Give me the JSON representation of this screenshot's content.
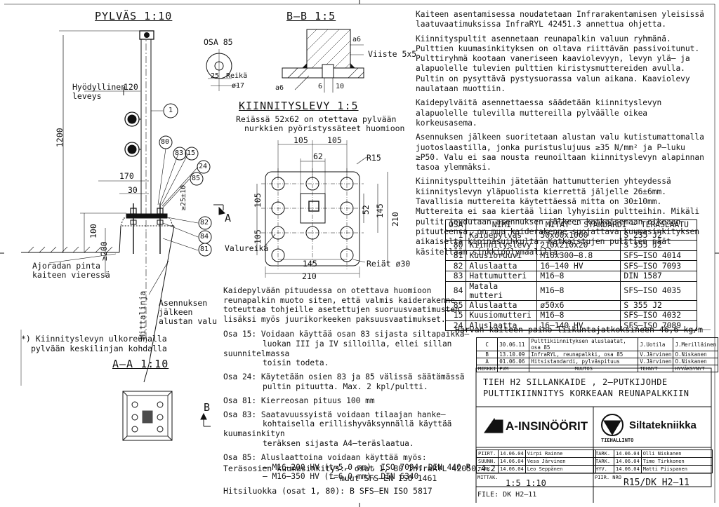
{
  "titles": {
    "pylvas": "PYLVÄS  1:10",
    "bb": "B–B  1:5",
    "kiinnityslevy": "KIINNITYSLEVY  1:5",
    "aa": "A–A  1:10"
  },
  "labels": {
    "osa85": "OSA 85",
    "reika": "Reikä",
    "d17": "ø17",
    "dim25": "25",
    "hyodyllinen1": "Hyödyllinen",
    "hyodyllinen2": "leveys",
    "d120": "120",
    "d1200": "1200",
    "d170": "170",
    "d30": "30",
    "d100": "100",
    "d200": "≥200",
    "d25pm10": "≥25±10",
    "ajoradan1": "Ajoradan pinta",
    "ajoradan2": "kaiteen vieressä",
    "asennuksen1": "Asennuksen",
    "asennuksen2": "jälkeen",
    "asennuksen3": "alustan valu",
    "mittalinja": "Mittalinja",
    "note_star": "*) Kiinnityslevyn ulkoreunalla",
    "note_star2": "pylvään keskilinjan kohdalla",
    "a6_1": "a6",
    "a6_2": "a6",
    "viiste": "Viiste 5x5",
    "d6": "6",
    "d10": "10",
    "reiassa1": "Reiässä 52x62 on otettava pylvään",
    "reiassa2": "nurkkien pyöristyssäteet huomioon",
    "k105a": "105",
    "k105b": "105",
    "k62": "62",
    "r15": "R15",
    "k105c": "105",
    "k105d": "105",
    "k52": "52",
    "k145v": "145",
    "k210v": "210",
    "k145h": "145",
    "k210h": "210",
    "reiat": "Reiät ø30",
    "valureika": "Valureikä",
    "viewA": "A",
    "viewB": "B",
    "c1": "1",
    "c80": "80",
    "c83": "83",
    "c15": "15",
    "c24": "24",
    "c85": "85",
    "c82": "82",
    "c84": "84",
    "c81": "81"
  },
  "right_text": [
    "Kaiteen asentamisessa noudatetaan Infrarakentamisen yleisissä laatuvaatimuksissa InfraRYL 42451.3 annettua ohjetta.",
    "Kiinnityspultit asennetaan reunapalkin valuun ryhmänä. Pulttien kuumasinkityksen on oltava riittävän passivoitunut. Pulttiryhmä kootaan vaneriseen kaaviolevyyn, levyn ylä– ja alapuolelle tulevien pulttien kiristysmuttereiden avulla. Pultin on pysyttävä pystysuorassa valun aikana. Kaaviolevy naulataan muottiin.",
    "Kaidepylväitä asennettaessa säädetään kiinnityslevyn alapuolelle tulevilla muttereilla pylväälle oikea korkeusasema.",
    "Asennuksen jälkeen suoritetaan alustan valu kutistumattomalla juotoslaastilla, jonka puristuslujuus ≥35 N/mm² ja P–luku ≥P50. Valu ei saa nousta reunoiltaan kiinnityslevyn alapinnan tasoa ylemmäksi.",
    "Kiinnityspultteihin jätetään hattumutterien yhteydessä kiinnityslevyn yläpuolista kierrettä jäljelle 26±6mm. Tavallisia muttereita käytettäessä mitta on 30±10mm. Muttereita ei saa kiertää liian lyhyisiin pultteihin. Mikäli pultit joudutaan asennuksen jälkeen katkaisemaan oikeaan pituuteensa, on muu kaiderakenne suojattava kuumasinkityksen aikaiselta kipinäsuihkulta. Katkaistujen pulttien päät käsitellään sinkkipölymaalilla."
  ],
  "parts_table": {
    "headers": [
      "OSA",
      "NIMI",
      "MITAT – STANDARDI – TERÄSLAATU"
    ],
    "rows": [
      [
        "1",
        "Kaidepylväs",
        "50x60x1060",
        "S 235 J2"
      ],
      [
        "80",
        "Kiinnityslevy",
        "210x210x20",
        "S 355 J2"
      ],
      [
        "81",
        "Kuusioruuvi",
        "M16x300–8.8",
        "SFS–ISO 4014"
      ],
      [
        "82",
        "Aluslaatta",
        "16–140 HV",
        "SFS–ISO 7093"
      ],
      [
        "83",
        "Hattumutteri",
        "M16–8",
        "DIN 1587"
      ],
      [
        "84",
        "Matala mutteri",
        "M16–8",
        "SFS–ISO 4035"
      ],
      [
        "85",
        "Aluslaatta",
        "ø50x6",
        "S 355 J2"
      ],
      [
        "15",
        "Kuusiomutteri",
        "M16–8",
        "SFS–ISO 4032"
      ],
      [
        "24",
        "Aluslaatta",
        "16–140 HV",
        "SFS–ISO 7089"
      ]
    ],
    "weight": "Harvan kaiteen paino liikuntajatkoksineen 46,6 kg/m"
  },
  "notes": [
    "Kaidepylvään pituudessa on otettava huomioon",
    "reunapalkin muoto siten, että valmis kaiderakenne",
    "toteuttaa tohjeille asetettujen suoruusvaatimusten",
    "lisäksi myös juurikorkeeken paksuusvaatimukset."
  ],
  "osa_notes": [
    {
      "k": "Osa 15:",
      "t": [
        "Voidaan käyttää osan 83 sijasta siltapaikka–",
        "luokan III ja IV silloilla, ellei sillan suunnitelmassa",
        "toisin todeta."
      ]
    },
    {
      "k": "Osa 24:",
      "t": [
        "Käytetään osien 83 ja 85 välissä säätämässä",
        "pultin pituutta. Max. 2 kpl/pultti."
      ]
    },
    {
      "k": "Osa 81:",
      "t": [
        "Kierreosan pituus 100 mm"
      ]
    },
    {
      "k": "Osa 83:",
      "t": [
        "Saatavuussyistä voidaan tilaajan hanke–",
        "kohtaisella erillishyväksynnällä käyttää kuumasinkityn",
        "teräksen sijasta A4–teräslaatua."
      ]
    },
    {
      "k": "Osa 85:",
      "t": [
        "Aluslaattoina voidaan käyttää myös:",
        "– M16–200 HV (t=5,0 mm), ISO 7094, DIN 440 R",
        "– M16–350 HV (t=6,0 mm), DIN 6340"
      ]
    }
  ],
  "bottom_lines": [
    "Teräsosien kuumasinkitys:– osat 1, 80 InfraRYL 42050.4.2",
    "– muut         SFS–EN ISO 1461",
    "Hitsiluokka (osat 1, 80):  B   SFS–EN ISO 5817"
  ],
  "revisions": [
    [
      "C",
      "30.06.11",
      "Pulttikiinnityksen aluslaatat, osa 85",
      "J.Uotila",
      "J.Merilläinen"
    ],
    [
      "B",
      "13.10.09",
      "InfraRYL, reunapalkki, osa 85",
      "V.Järvinen",
      "O.Niskanen"
    ],
    [
      "A",
      "01.06.06",
      "Hitsistandardi, pylväspituus",
      "V.Järvinen",
      "O.Niskanen"
    ]
  ],
  "rev_headers": [
    "MERKKI",
    "PVM",
    "MUUTOS",
    "TEHNYT",
    "HYVÄKSYNYT"
  ],
  "title_block": {
    "line1": "TIEH H2 SILLANKAIDE , 2–PUTKIJOHDE",
    "line2": "PULTTIKIINNITYS KORKEAAN REUNAPALKKIIN",
    "company": "A-INSINÖÖRIT",
    "sillatek": "Siltatekniikka",
    "tiehallinto": "TIEHALLINTO",
    "sig_left": [
      [
        "PIIRT.",
        "14.06.04",
        "Virpi Rainne"
      ],
      [
        "SUUNN.",
        "14.06.04",
        "Vesa Järvinen"
      ],
      [
        "TARK.",
        "14.06.04",
        "Leo Seppänen"
      ]
    ],
    "sig_right": [
      [
        "TARK.",
        "14.06.04",
        "Olli Niskanen"
      ],
      [
        "TARK.",
        "14.06.04",
        "Timo Tirkkonen"
      ],
      [
        "HYV.",
        "14.06.04",
        "Matti Piispanen"
      ]
    ],
    "mittak_label": "MITTAK.",
    "scale": "1:5  1:10",
    "pnro_label": "PIIR. NRO",
    "drawing_no": "R15/DK H2–11",
    "file": "FILE: DK H2–11"
  }
}
